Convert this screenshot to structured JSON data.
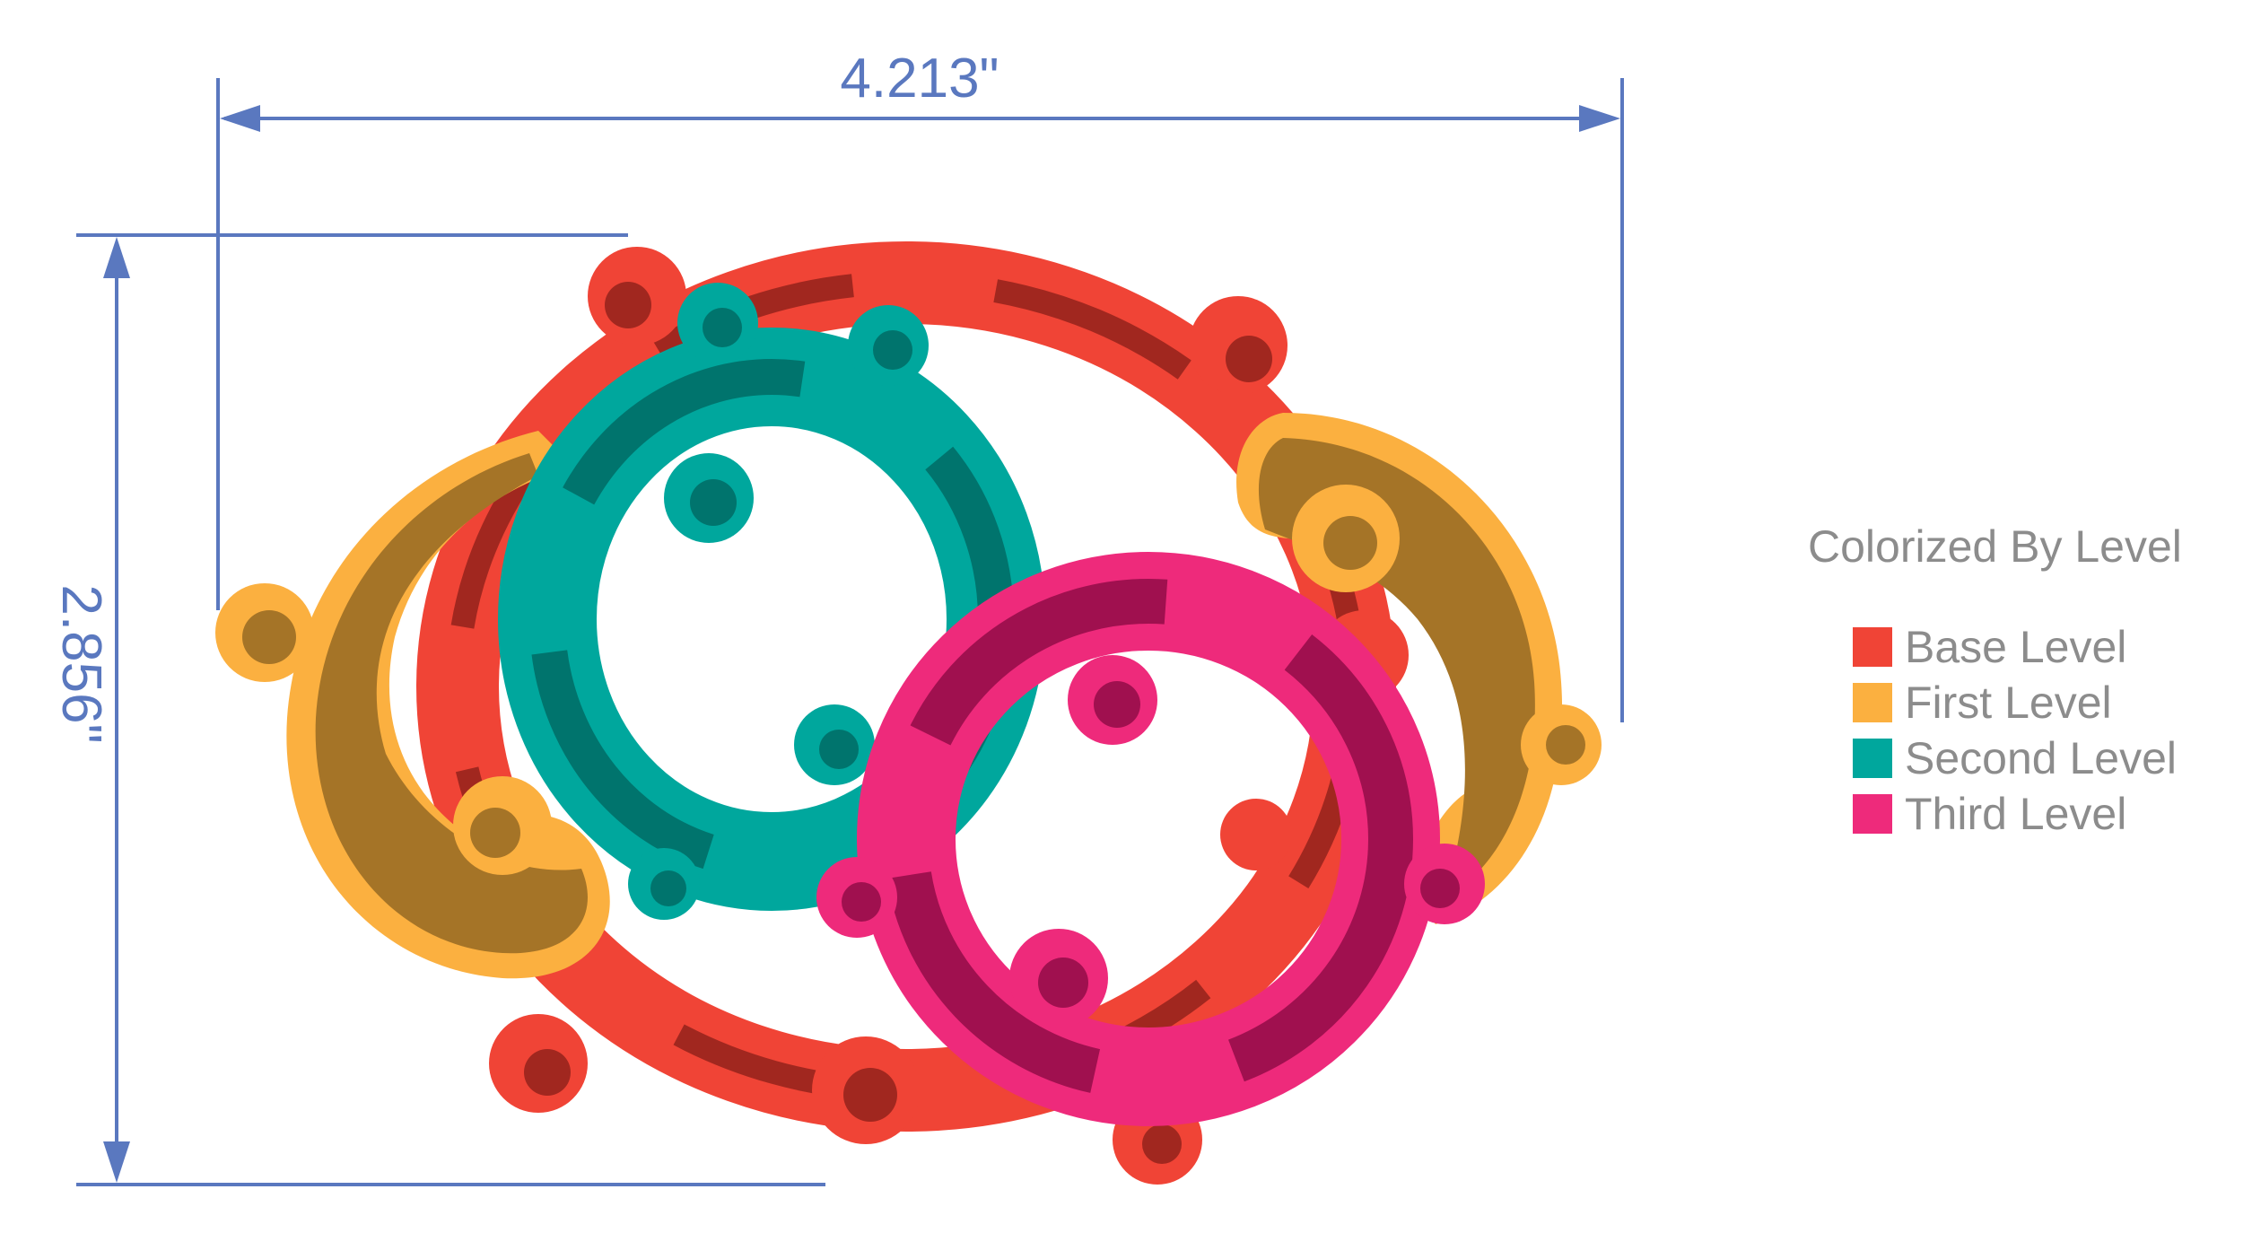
{
  "dimensions": {
    "width_label": "4.213\"",
    "height_label": "2.856\""
  },
  "legend": {
    "title": "Colorized By Level",
    "items": [
      {
        "label": "Base Level",
        "color": "#f04436"
      },
      {
        "label": "First Level",
        "color": "#fbb040"
      },
      {
        "label": "Second Level",
        "color": "#00a79d"
      },
      {
        "label": "Third Level",
        "color": "#ee2a7b"
      }
    ]
  },
  "colors": {
    "dimension_line": "#5a78bf",
    "base": "#f04436",
    "base_dark": "#a1271f",
    "first": "#fbb040",
    "first_dark": "#a57427",
    "second": "#00a79d",
    "second_dark": "#00746d",
    "third": "#ee2a7b",
    "third_dark": "#a0104f"
  }
}
